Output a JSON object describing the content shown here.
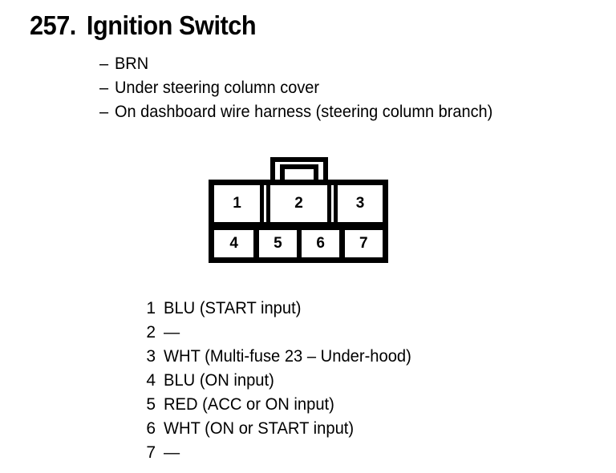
{
  "header": {
    "number": "257.",
    "title": "Ignition Switch",
    "notes": [
      {
        "dash": "–",
        "text": "BRN"
      },
      {
        "dash": "–",
        "text": "Under steering column cover"
      },
      {
        "dash": "–",
        "text": "On dashboard wire harness (steering column branch)"
      }
    ]
  },
  "connector": {
    "top_row": [
      "1",
      "2",
      "3"
    ],
    "bottom_row": [
      "4",
      "5",
      "6",
      "7"
    ]
  },
  "legend": {
    "entries": [
      {
        "pin": "1",
        "desc": "BLU (START input)"
      },
      {
        "pin": "2",
        "desc": "—"
      },
      {
        "pin": "3",
        "desc": "WHT (Multi-fuse 23 – Under-hood)"
      },
      {
        "pin": "4",
        "desc": "BLU (ON input)"
      },
      {
        "pin": "5",
        "desc": "RED (ACC or ON input)"
      },
      {
        "pin": "6",
        "desc": "WHT (ON or START input)"
      },
      {
        "pin": "7",
        "desc": "—"
      }
    ]
  },
  "colors": {
    "ink": "#000000",
    "page": "#ffffff"
  }
}
